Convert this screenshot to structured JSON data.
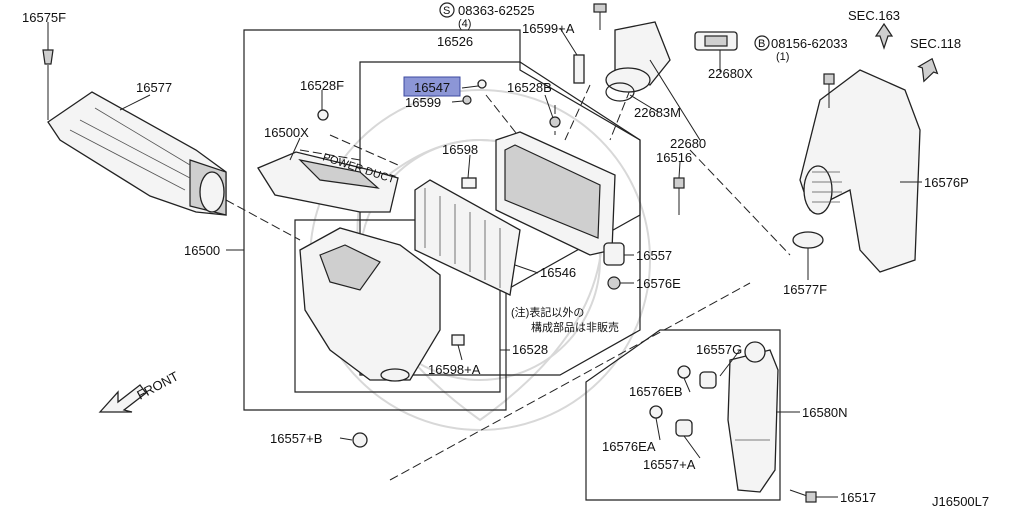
{
  "parts": {
    "cover_marking": "POWER DUCT"
  },
  "labels": {
    "p16575F": "16575F",
    "p16577": "16577",
    "p16526": "16526",
    "p16528F": "16528F",
    "p16547": "16547",
    "p16599": "16599",
    "p16528B": "16528B",
    "p16500X": "16500X",
    "p16598": "16598",
    "p16500": "16500",
    "p16546": "16546",
    "p16528": "16528",
    "p16598A": "16598+A",
    "p16557B": "16557+B",
    "note_line1": "(注)表記以外の",
    "note_line2": "構成部品は非販売",
    "s_symbol": "S",
    "p08363": "08363-62525",
    "p08363_qty": "(4)",
    "p16599A": "16599+A",
    "p22680X": "22680X",
    "p22683M": "22683M",
    "p22680": "22680",
    "p16516": "16516",
    "p16557": "16557",
    "p16576E": "16576E",
    "b_symbol": "B",
    "p08156": "08156-62033",
    "p08156_qty": "(1)",
    "sec163": "SEC.163",
    "sec118": "SEC.118",
    "p16576P": "16576P",
    "p16577F": "16577F",
    "p16557G": "16557G",
    "p16576EB": "16576EB",
    "p16580N": "16580N",
    "p16576EA": "16576EA",
    "p16557A": "16557+A",
    "p16517": "16517",
    "front": "FRONT",
    "diagram_code": "J16500L7"
  },
  "highlight": {
    "part": "16547",
    "color": "#8c96d6"
  }
}
